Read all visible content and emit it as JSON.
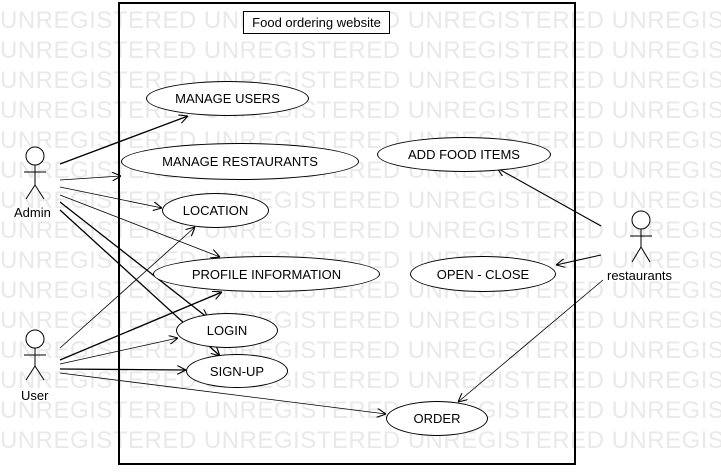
{
  "watermark_text": "UNREGISTERED UNREGISTERED UNREGISTERED UNREGISTERED UNREGISTERED",
  "title": "Food ordering website",
  "actors": {
    "admin": "Admin",
    "user": "User",
    "restaurants": "restaurants"
  },
  "use_cases": {
    "manage_users": "MANAGE USERS",
    "manage_restaurants": "MANAGE RESTAURANTS",
    "location": "LOCATION",
    "profile_information": "PROFILE INFORMATION",
    "login": "LOGIN",
    "sign_up": "SIGN-UP",
    "order": "ORDER",
    "add_food_items": "ADD FOOD ITEMS",
    "open_close": "OPEN - CLOSE"
  },
  "associations": [
    {
      "from": "Admin",
      "to": "MANAGE USERS"
    },
    {
      "from": "Admin",
      "to": "MANAGE RESTAURANTS"
    },
    {
      "from": "Admin",
      "to": "LOCATION"
    },
    {
      "from": "Admin",
      "to": "PROFILE INFORMATION"
    },
    {
      "from": "Admin",
      "to": "LOGIN"
    },
    {
      "from": "Admin",
      "to": "SIGN-UP"
    },
    {
      "from": "User",
      "to": "LOCATION"
    },
    {
      "from": "User",
      "to": "PROFILE INFORMATION"
    },
    {
      "from": "User",
      "to": "LOGIN"
    },
    {
      "from": "User",
      "to": "SIGN-UP"
    },
    {
      "from": "User",
      "to": "ORDER"
    },
    {
      "from": "restaurants",
      "to": "ADD FOOD ITEMS"
    },
    {
      "from": "restaurants",
      "to": "OPEN - CLOSE"
    },
    {
      "from": "restaurants",
      "to": "ORDER"
    }
  ]
}
